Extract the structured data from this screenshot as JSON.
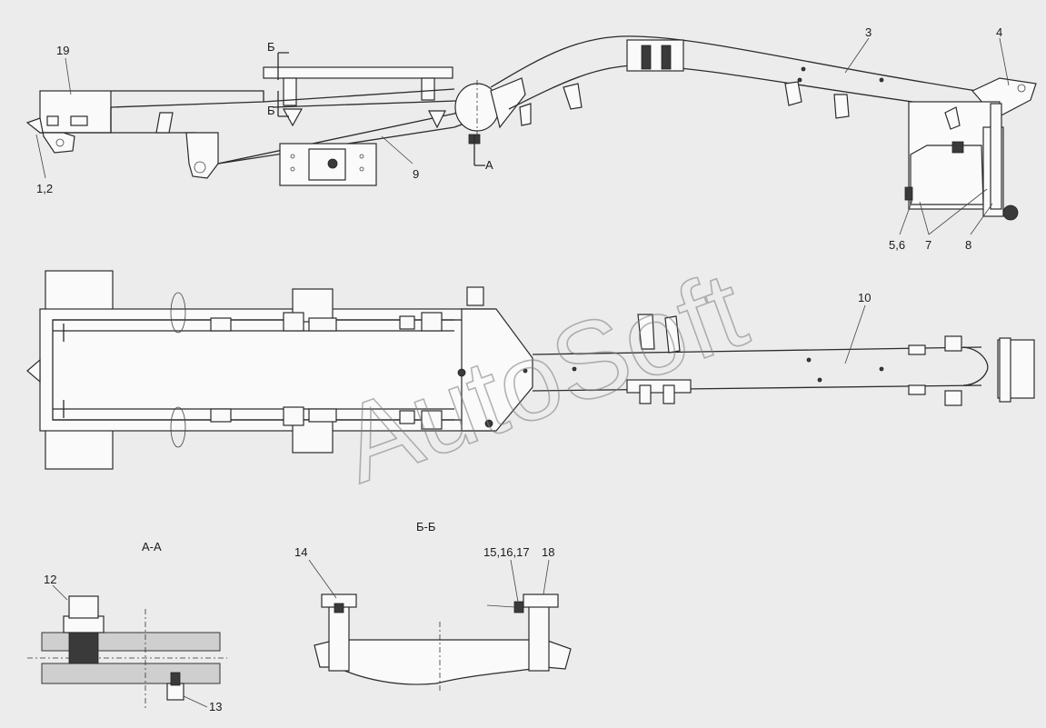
{
  "callouts": {
    "c19": "19",
    "c1_2": "1,2",
    "c9": "9",
    "c3": "3",
    "c4": "4",
    "c5_6": "5,6",
    "c7": "7",
    "c8": "8",
    "c10": "10",
    "c12": "12",
    "c13": "13",
    "c14": "14",
    "c15_17": "15,16,17",
    "c18": "18"
  },
  "section_marks": {
    "b_top": "Б",
    "b_bottom": "Б",
    "a_mark": "А"
  },
  "section_titles": {
    "aa": "А-А",
    "bb": "Б-Б"
  },
  "watermark": "AutoSoft"
}
